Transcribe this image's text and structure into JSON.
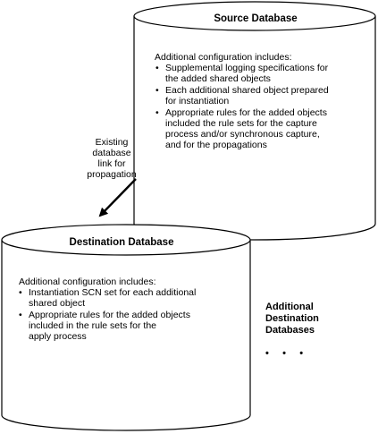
{
  "source_db": {
    "title": "Source Database",
    "intro": "Additional configuration includes:",
    "bullets": [
      [
        "Supplemental logging specifications for",
        "the added shared objects"
      ],
      [
        "Each additional shared object prepared",
        "for instantiation"
      ],
      [
        "Appropriate rules for the added objects",
        "included the rule sets for the capture",
        "process and/or synchronous capture,",
        "and for the propagations"
      ]
    ]
  },
  "link_label": [
    "Existing",
    "database",
    "link for",
    "propagation"
  ],
  "destination_db": {
    "title": "Destination Database",
    "intro": "Additional configuration includes:",
    "bullets": [
      [
        "Instantiation SCN set for each additional",
        "shared object"
      ],
      [
        "Appropriate rules for the added objects",
        "included in the rule sets for the",
        "apply process"
      ]
    ]
  },
  "additional_dest": {
    "label": [
      "Additional",
      "Destination",
      "Databases"
    ],
    "ellipsis": "•     •     •"
  },
  "bullet_char": "•"
}
